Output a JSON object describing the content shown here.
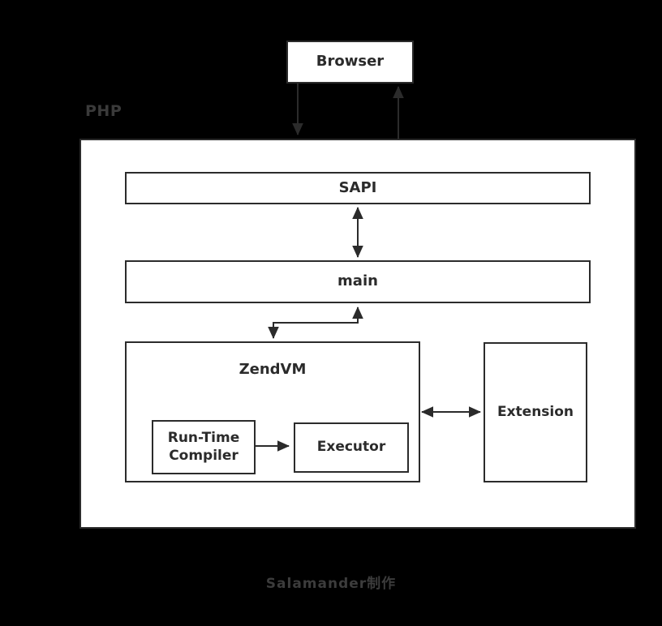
{
  "diagram": {
    "title_label": "PHP",
    "watermark": "Salamander制作",
    "colors": {
      "background": "#000000",
      "node_fill": "#ffffff",
      "stroke": "#2b2b2b",
      "text": "#2b2b2b",
      "muted_text": "#3a3a3a"
    },
    "nodes": {
      "browser": "Browser",
      "sapi": "SAPI",
      "main": "main",
      "zendvm": "ZendVM",
      "runtime_compiler": "Run-Time\nCompiler",
      "runtime_compiler_line1": "Run-Time",
      "runtime_compiler_line2": "Compiler",
      "executor": "Executor",
      "extension": "Extension"
    },
    "edges": [
      {
        "from": "browser",
        "to": "php-container",
        "style": "arrow-down",
        "label": ""
      },
      {
        "from": "php-container",
        "to": "browser",
        "style": "arrow-up",
        "label": ""
      },
      {
        "from": "sapi",
        "to": "main",
        "style": "bidirectional-vertical",
        "label": ""
      },
      {
        "from": "main",
        "to": "zendvm",
        "style": "elbow-down",
        "label": ""
      },
      {
        "from": "zendvm",
        "to": "main",
        "style": "elbow-up",
        "label": ""
      },
      {
        "from": "runtime_compiler",
        "to": "executor",
        "style": "arrow-right",
        "label": ""
      },
      {
        "from": "zendvm",
        "to": "extension",
        "style": "bidirectional-horizontal",
        "label": ""
      }
    ]
  }
}
